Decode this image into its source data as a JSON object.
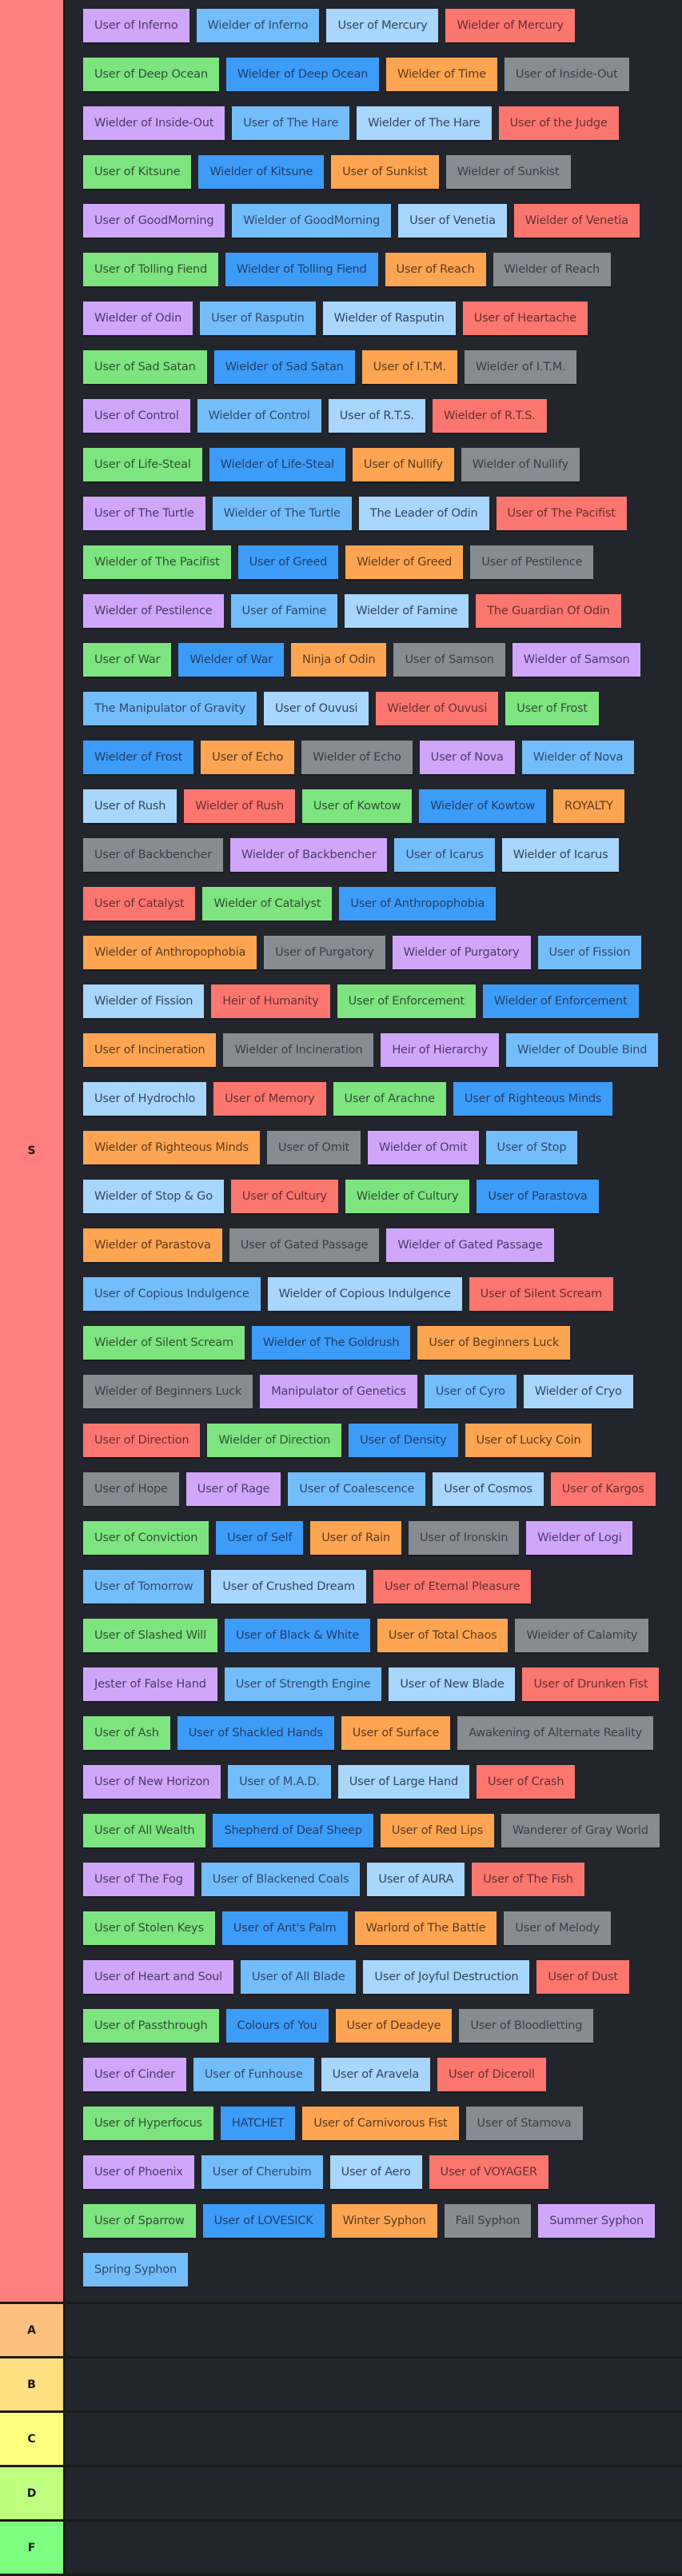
{
  "tiers": [
    {
      "label": "S",
      "color": "#ff7f7f",
      "items": [
        {
          "text": "User of Inferno",
          "color": "purple"
        },
        {
          "text": "Wielder of Inferno",
          "color": "lightblue"
        },
        {
          "text": "User of Mercury",
          "color": "paleblue"
        },
        {
          "text": "Wielder of Mercury",
          "color": "red"
        },
        {
          "text": "User of Deep Ocean",
          "color": "green"
        },
        {
          "text": "Wielder of Deep Ocean",
          "color": "blue"
        },
        {
          "text": "Wielder of Time",
          "color": "orange"
        },
        {
          "text": "User of Inside-Out",
          "color": "gray"
        },
        {
          "text": "Wielder of Inside-Out",
          "color": "purple"
        },
        {
          "text": "User of The Hare",
          "color": "lightblue"
        },
        {
          "text": "Wielder of The Hare",
          "color": "paleblue"
        },
        {
          "text": "User of the Judge",
          "color": "red"
        },
        {
          "text": "User of Kitsune",
          "color": "green"
        },
        {
          "text": "Wielder of Kitsune",
          "color": "blue"
        },
        {
          "text": "User of Sunkist",
          "color": "orange"
        },
        {
          "text": "Wielder of Sunkist",
          "color": "gray"
        },
        {
          "text": "User of GoodMorning",
          "color": "purple"
        },
        {
          "text": "Wielder of GoodMorning",
          "color": "lightblue"
        },
        {
          "text": "User of Venetia",
          "color": "paleblue"
        },
        {
          "text": "Wielder of Venetia",
          "color": "red"
        },
        {
          "text": "User of Tolling Fiend",
          "color": "green"
        },
        {
          "text": "Wielder of Tolling Fiend",
          "color": "blue"
        },
        {
          "text": "User of Reach",
          "color": "orange"
        },
        {
          "text": "Wielder of Reach",
          "color": "gray"
        },
        {
          "text": "Wielder of Odin",
          "color": "purple"
        },
        {
          "text": "User of Rasputin",
          "color": "lightblue"
        },
        {
          "text": "Wielder of Rasputin",
          "color": "paleblue"
        },
        {
          "text": "User of Heartache",
          "color": "red"
        },
        {
          "text": "User of Sad Satan",
          "color": "green"
        },
        {
          "text": "Wielder of Sad Satan",
          "color": "blue"
        },
        {
          "text": "User of I.T.M.",
          "color": "orange"
        },
        {
          "text": "Wielder of I.T.M.",
          "color": "gray"
        },
        {
          "text": "User of Control",
          "color": "purple"
        },
        {
          "text": "Wielder of Control",
          "color": "lightblue"
        },
        {
          "text": "User of R.T.S.",
          "color": "paleblue"
        },
        {
          "text": "Wielder of R.T.S.",
          "color": "red"
        },
        {
          "text": "User of Life-Steal",
          "color": "green"
        },
        {
          "text": "Wielder of Life-Steal",
          "color": "blue"
        },
        {
          "text": "User of Nullify",
          "color": "orange"
        },
        {
          "text": "Wielder of Nullify",
          "color": "gray"
        },
        {
          "text": "User of The Turtle",
          "color": "purple"
        },
        {
          "text": "Wielder of The Turtle",
          "color": "lightblue"
        },
        {
          "text": "The Leader of Odin",
          "color": "paleblue"
        },
        {
          "text": "User of The Pacifist",
          "color": "red"
        },
        {
          "text": "Wielder of The Pacifist",
          "color": "green"
        },
        {
          "text": "User of Greed",
          "color": "blue"
        },
        {
          "text": "Wielder of Greed",
          "color": "orange"
        },
        {
          "text": "User of Pestilence",
          "color": "gray"
        },
        {
          "text": "Wielder of Pestilence",
          "color": "purple"
        },
        {
          "text": "User of Famine",
          "color": "lightblue"
        },
        {
          "text": "Wielder of Famine",
          "color": "paleblue"
        },
        {
          "text": "The Guardian Of Odin",
          "color": "red"
        },
        {
          "text": "User of War",
          "color": "green"
        },
        {
          "text": "Wielder of War",
          "color": "blue"
        },
        {
          "text": "Ninja of Odin",
          "color": "orange"
        },
        {
          "text": "User of Samson",
          "color": "gray"
        },
        {
          "text": "Wielder of Samson",
          "color": "purple"
        },
        {
          "text": "The Manipulator of Gravity",
          "color": "lightblue"
        },
        {
          "text": "User of Ouvusi",
          "color": "paleblue"
        },
        {
          "text": "Wielder of Ouvusi",
          "color": "red"
        },
        {
          "text": "User of Frost",
          "color": "green"
        },
        {
          "text": "Wielder of Frost",
          "color": "blue"
        },
        {
          "text": "User of Echo",
          "color": "orange"
        },
        {
          "text": "Wielder of Echo",
          "color": "gray"
        },
        {
          "text": "User of Nova",
          "color": "purple"
        },
        {
          "text": "Wielder of Nova",
          "color": "lightblue"
        },
        {
          "text": "User of Rush",
          "color": "paleblue"
        },
        {
          "text": "Wielder of Rush",
          "color": "red"
        },
        {
          "text": "User of Kowtow",
          "color": "green"
        },
        {
          "text": "Wielder of Kowtow",
          "color": "blue"
        },
        {
          "text": "ROYALTY",
          "color": "orange"
        },
        {
          "text": "User of Backbencher",
          "color": "gray"
        },
        {
          "text": "Wielder of Backbencher",
          "color": "purple"
        },
        {
          "text": "User of Icarus",
          "color": "lightblue"
        },
        {
          "text": "Wielder of Icarus",
          "color": "paleblue"
        },
        {
          "text": "User of Catalyst",
          "color": "red"
        },
        {
          "text": "Wielder of Catalyst",
          "color": "green"
        },
        {
          "text": "User of Anthropophobia",
          "color": "blue"
        },
        {
          "text": "Wielder of Anthropophobia",
          "color": "orange"
        },
        {
          "text": "User of Purgatory",
          "color": "gray"
        },
        {
          "text": "Wielder of Purgatory",
          "color": "purple"
        },
        {
          "text": "User of Fission",
          "color": "lightblue"
        },
        {
          "text": "Wielder of Fission",
          "color": "paleblue"
        },
        {
          "text": "Heir of Humanity",
          "color": "red"
        },
        {
          "text": "User of Enforcement",
          "color": "green"
        },
        {
          "text": "Wielder of Enforcement",
          "color": "blue"
        },
        {
          "text": "User of Incineration",
          "color": "orange"
        },
        {
          "text": "Wielder of Incineration",
          "color": "gray"
        },
        {
          "text": "Heir of Hierarchy",
          "color": "purple"
        },
        {
          "text": "Wielder of Double Bind",
          "color": "lightblue"
        },
        {
          "text": "User of Hydrochlo",
          "color": "paleblue"
        },
        {
          "text": "User of Memory",
          "color": "red"
        },
        {
          "text": "User of Arachne",
          "color": "green"
        },
        {
          "text": "User of Righteous Minds",
          "color": "blue"
        },
        {
          "text": "Wielder of Righteous Minds",
          "color": "orange"
        },
        {
          "text": "User of Omit",
          "color": "gray"
        },
        {
          "text": "Wielder of Omit",
          "color": "purple"
        },
        {
          "text": "User of Stop",
          "color": "lightblue"
        },
        {
          "text": "Wielder of Stop & Go",
          "color": "paleblue"
        },
        {
          "text": "User of Cultury",
          "color": "red"
        },
        {
          "text": "Wielder of Cultury",
          "color": "green"
        },
        {
          "text": "User of Parastova",
          "color": "blue"
        },
        {
          "text": "Wielder of Parastova",
          "color": "orange"
        },
        {
          "text": "User of Gated Passage",
          "color": "gray"
        },
        {
          "text": "Wielder of Gated Passage",
          "color": "purple"
        },
        {
          "text": "User of Copious Indulgence",
          "color": "lightblue"
        },
        {
          "text": "Wielder of Copious Indulgence",
          "color": "paleblue"
        },
        {
          "text": "User of Silent Scream",
          "color": "red"
        },
        {
          "text": "Wielder of Silent Scream",
          "color": "green"
        },
        {
          "text": "Wielder of The Goldrush",
          "color": "blue"
        },
        {
          "text": "User of Beginners Luck",
          "color": "orange"
        },
        {
          "text": "Wielder of Beginners Luck",
          "color": "gray"
        },
        {
          "text": "Manipulator of Genetics",
          "color": "purple"
        },
        {
          "text": "User of Cyro",
          "color": "lightblue"
        },
        {
          "text": "Wielder of Cryo",
          "color": "paleblue"
        },
        {
          "text": "User of Direction",
          "color": "red"
        },
        {
          "text": "Wielder of Direction",
          "color": "green"
        },
        {
          "text": "User of Density",
          "color": "blue"
        },
        {
          "text": "User of Lucky Coin",
          "color": "orange"
        },
        {
          "text": "User of Hope",
          "color": "gray"
        },
        {
          "text": "User of Rage",
          "color": "purple"
        },
        {
          "text": "User of Coalescence",
          "color": "lightblue"
        },
        {
          "text": "User of Cosmos",
          "color": "paleblue"
        },
        {
          "text": "User of Kargos",
          "color": "red"
        },
        {
          "text": "User of Conviction",
          "color": "green"
        },
        {
          "text": "User of Self",
          "color": "blue"
        },
        {
          "text": "User of Rain",
          "color": "orange"
        },
        {
          "text": "User of Ironskin",
          "color": "gray"
        },
        {
          "text": "Wielder of Logi",
          "color": "purple"
        },
        {
          "text": "User of Tomorrow",
          "color": "lightblue"
        },
        {
          "text": "User of Crushed Dream",
          "color": "paleblue"
        },
        {
          "text": "User of Eternal Pleasure",
          "color": "red"
        },
        {
          "text": "User of Slashed Will",
          "color": "green"
        },
        {
          "text": "User of Black & White",
          "color": "blue"
        },
        {
          "text": "User of Total Chaos",
          "color": "orange"
        },
        {
          "text": "Wielder of Calamity",
          "color": "gray"
        },
        {
          "text": "Jester of False Hand",
          "color": "purple"
        },
        {
          "text": "User of Strength Engine",
          "color": "lightblue"
        },
        {
          "text": "User of New Blade",
          "color": "paleblue"
        },
        {
          "text": "User of Drunken Fist",
          "color": "red"
        },
        {
          "text": "User of Ash",
          "color": "green"
        },
        {
          "text": "User of Shackled Hands",
          "color": "blue"
        },
        {
          "text": "User of Surface",
          "color": "orange"
        },
        {
          "text": "Awakening of Alternate Reality",
          "color": "gray"
        },
        {
          "text": "User of New Horizon",
          "color": "purple"
        },
        {
          "text": "User of M.A.D.",
          "color": "lightblue"
        },
        {
          "text": "User of Large Hand",
          "color": "paleblue"
        },
        {
          "text": "User of Crash",
          "color": "red"
        },
        {
          "text": "User of All Wealth",
          "color": "green"
        },
        {
          "text": "Shepherd of Deaf Sheep",
          "color": "blue"
        },
        {
          "text": "User of Red Lips",
          "color": "orange"
        },
        {
          "text": "Wanderer of Gray World",
          "color": "gray"
        },
        {
          "text": "User of The Fog",
          "color": "purple"
        },
        {
          "text": "User of Blackened Coals",
          "color": "lightblue"
        },
        {
          "text": "User of AURA",
          "color": "paleblue"
        },
        {
          "text": "User of The Fish",
          "color": "red"
        },
        {
          "text": "User of Stolen Keys",
          "color": "green"
        },
        {
          "text": "User of Ant's Palm",
          "color": "blue"
        },
        {
          "text": "Warlord of The Battle",
          "color": "orange"
        },
        {
          "text": "User of Melody",
          "color": "gray"
        },
        {
          "text": "User of Heart and Soul",
          "color": "purple"
        },
        {
          "text": "User of All Blade",
          "color": "lightblue"
        },
        {
          "text": "User of Joyful Destruction",
          "color": "paleblue"
        },
        {
          "text": "User of Dust",
          "color": "red"
        },
        {
          "text": "User of Passthrough",
          "color": "green"
        },
        {
          "text": "Colours of You",
          "color": "blue"
        },
        {
          "text": "User of Deadeye",
          "color": "orange"
        },
        {
          "text": "User of Bloodletting",
          "color": "gray"
        },
        {
          "text": "User of Cinder",
          "color": "purple"
        },
        {
          "text": "User of Funhouse",
          "color": "lightblue"
        },
        {
          "text": "User of Aravela",
          "color": "paleblue"
        },
        {
          "text": "User of Diceroll",
          "color": "red"
        },
        {
          "text": "User of Hyperfocus",
          "color": "green"
        },
        {
          "text": "HATCHET",
          "color": "blue"
        },
        {
          "text": "User of Carnivorous Fist",
          "color": "orange"
        },
        {
          "text": "User of Starnova",
          "color": "gray"
        },
        {
          "text": "User of Phoenix",
          "color": "purple"
        },
        {
          "text": "User of Cherubim",
          "color": "lightblue"
        },
        {
          "text": "User of Aero",
          "color": "paleblue"
        },
        {
          "text": "User of VOYAGER",
          "color": "red"
        },
        {
          "text": "User of Sparrow",
          "color": "green"
        },
        {
          "text": "User of LOVESICK",
          "color": "blue"
        },
        {
          "text": "Winter Syphon",
          "color": "orange"
        },
        {
          "text": "Fall Syphon",
          "color": "gray"
        },
        {
          "text": "Summer Syphon",
          "color": "purple"
        },
        {
          "text": "Spring Syphon",
          "color": "lightblue"
        }
      ]
    },
    {
      "label": "A",
      "color": "#ffbf7f",
      "items": []
    },
    {
      "label": "B",
      "color": "#ffdf7f",
      "items": []
    },
    {
      "label": "C",
      "color": "#ffff7f",
      "items": []
    },
    {
      "label": "D",
      "color": "#bfff7f",
      "items": []
    },
    {
      "label": "F",
      "color": "#7fff7f",
      "items": []
    }
  ],
  "chip_colors": {
    "purple": "#d0a6fa",
    "lightblue": "#74bdfb",
    "paleblue": "#a8d6fc",
    "red": "#fc7670",
    "green": "#7ee480",
    "blue": "#3e9cf9",
    "orange": "#fda552",
    "gray": "#878b92"
  },
  "background": "#22252c"
}
